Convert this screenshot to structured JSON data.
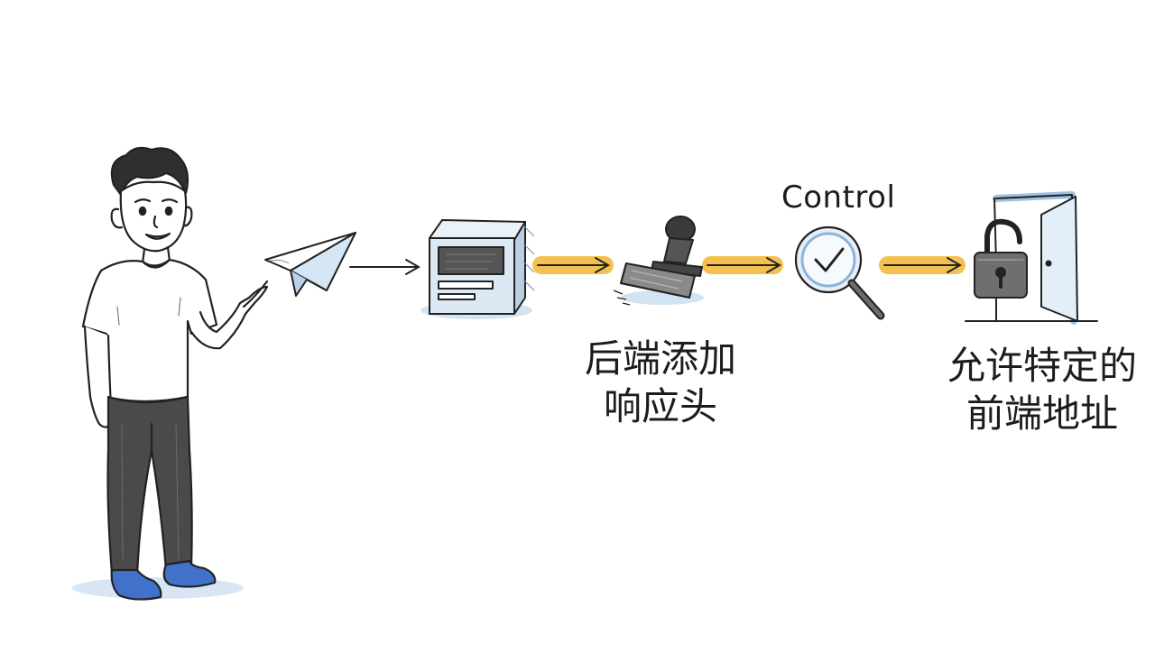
{
  "diagram": {
    "nodes": [
      {
        "id": "person",
        "icon": "person-pointing-icon"
      },
      {
        "id": "paper-plane",
        "icon": "paper-plane-icon"
      },
      {
        "id": "server",
        "icon": "server-icon"
      },
      {
        "id": "stamp",
        "icon": "stamp-icon"
      },
      {
        "id": "magnifier",
        "icon": "magnifier-check-icon"
      },
      {
        "id": "door",
        "icon": "unlocked-padlock-door-icon"
      }
    ],
    "labels": {
      "control": "Control",
      "backend_line1": "后端添加",
      "backend_line2": "响应头",
      "allow_line1": "允许特定的",
      "allow_line2": "前端地址"
    },
    "colors": {
      "ink": "#222222",
      "highlight": "#f2b631",
      "accent_blue": "#7fb0dd",
      "shoe_blue": "#3f72c8",
      "pants": "#4a4a4a"
    }
  }
}
